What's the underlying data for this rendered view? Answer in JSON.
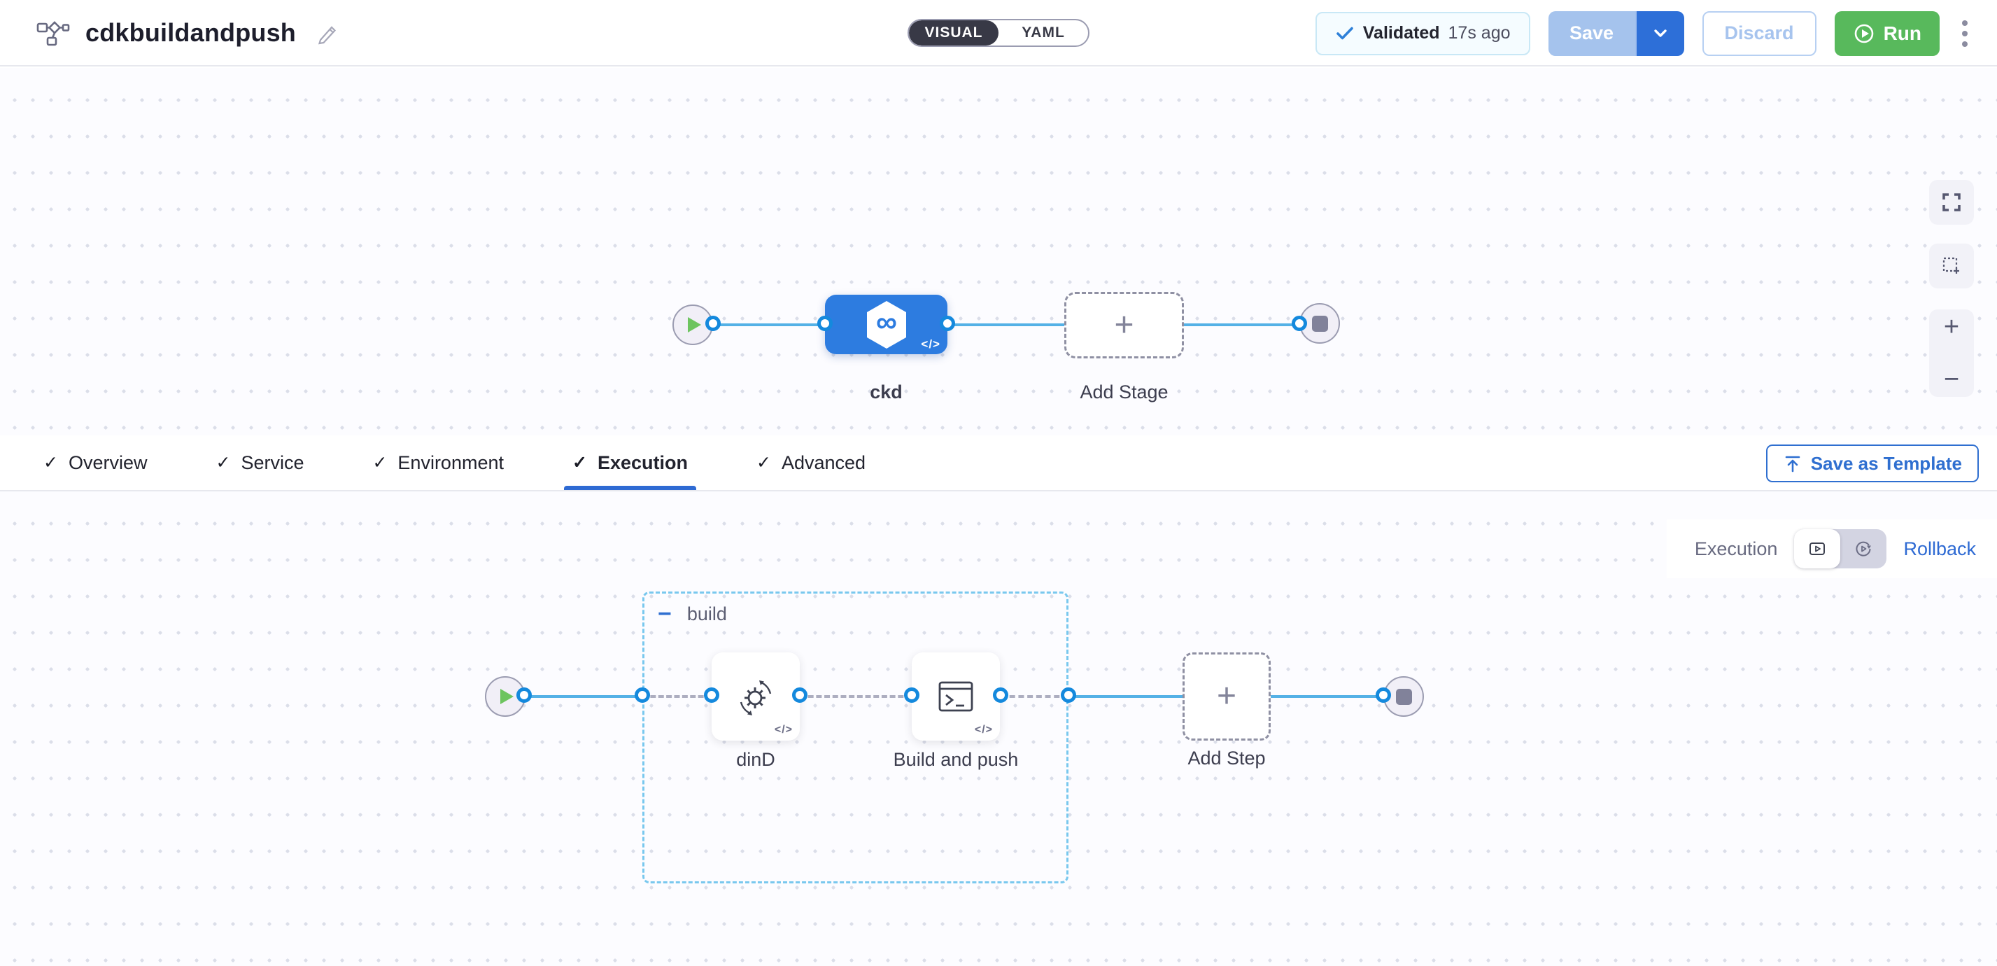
{
  "icons": {
    "check": "✓",
    "plus": "+",
    "minus": "−",
    "code_badge": "</>",
    "infinity": "∞"
  },
  "header": {
    "title": "cdkbuildandpush",
    "mode_toggle": {
      "visual_label": "VISUAL",
      "yaml_label": "YAML",
      "selected": "VISUAL"
    },
    "validated_badge": {
      "status": "Validated",
      "time": "17s ago"
    },
    "save_button": "Save",
    "discard_button": "Discard",
    "run_button": "Run"
  },
  "pipeline_canvas": {
    "stage_name": "ckd",
    "add_stage_label": "Add Stage"
  },
  "config_tabs": {
    "items": [
      {
        "label": "Overview",
        "active": false
      },
      {
        "label": "Service",
        "active": false
      },
      {
        "label": "Environment",
        "active": false
      },
      {
        "label": "Execution",
        "active": true
      },
      {
        "label": "Advanced",
        "active": false
      }
    ],
    "save_as_template": "Save as Template"
  },
  "execution_section": {
    "mode_label": "Execution",
    "rollback_label": "Rollback",
    "group_name": "build",
    "steps": [
      {
        "name": "dinD"
      },
      {
        "name": "Build and push"
      }
    ],
    "add_step_label": "Add Step"
  },
  "colors": {
    "accent_blue": "#2f6fd0",
    "node_blue": "#2d7ce0",
    "canvas_line_blue": "#54b1e6",
    "port_ring_blue": "#1489dd",
    "group_dash_blue": "#79c8ee",
    "run_green": "#58b95c",
    "save_disabled_blue": "#a5c3ed",
    "save_caret_blue": "#2d6fd8",
    "validated_bg": "#f5fcff",
    "tab_underline": "#2e6ad3"
  }
}
